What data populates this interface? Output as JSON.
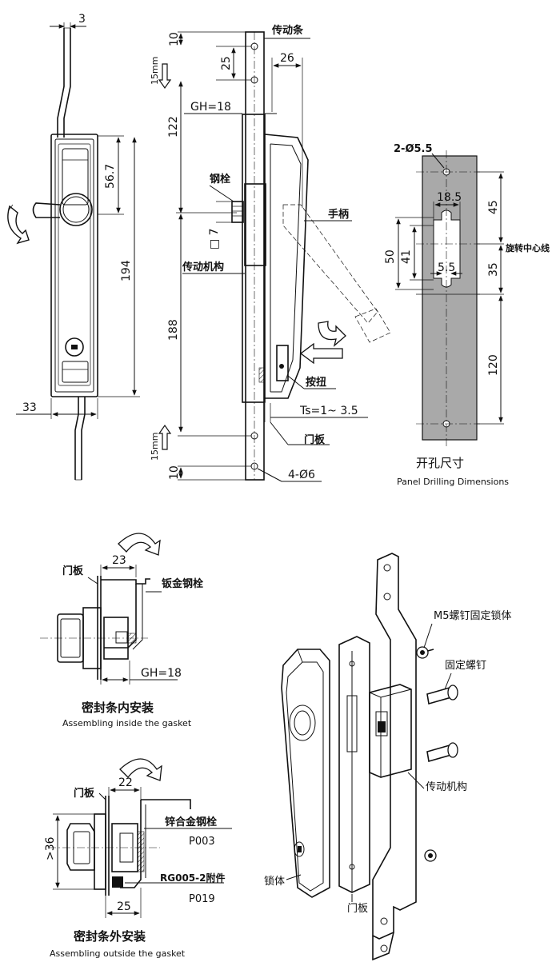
{
  "colors": {
    "ink": "#111111",
    "panel_fill": "#a9a9a9",
    "paper": "#ffffff"
  },
  "front_view": {
    "dims": {
      "top_offset": "3",
      "window_height": "56.7",
      "body_height": "194",
      "bottom_width": "33"
    },
    "icons": [
      "rotate-arrow-icon"
    ]
  },
  "side_view": {
    "dims": {
      "top_edge": "10",
      "hole_pitch": "25",
      "hole_offset": "26",
      "travel_top": "15mm",
      "gh": "GH=18",
      "upper": "122",
      "pin": "□ 7",
      "lower": "188",
      "ts": "Ts=1~ 3.5",
      "travel_bottom": "15mm",
      "bottom_edge": "10",
      "holes": "4-Ø6"
    },
    "labels": {
      "rod": "传动条",
      "pin": "钢栓",
      "handle": "手柄",
      "mechanism": "传动机构",
      "button": "按扭",
      "door": "门板"
    }
  },
  "drilling": {
    "dims": {
      "holes": "2-Ø5.5",
      "slot_width": "18.5",
      "top": "45",
      "outer": "50",
      "inner": "41",
      "small_slot": "5.5",
      "mid": "35",
      "bottom": "120"
    },
    "labels": {
      "center_line": "旋转中心线"
    },
    "caption_cn": "开孔尺寸",
    "caption_en": "Panel Drilling Dimensions"
  },
  "inside_install": {
    "dims": {
      "width": "23",
      "gh": "GH=18"
    },
    "labels": {
      "door": "门板",
      "pin": "钣金钢栓"
    },
    "caption_cn": "密封条内安装",
    "caption_en": "Assembling inside the gasket"
  },
  "outside_install": {
    "dims": {
      "width": "22",
      "height": ">36",
      "bottom": "25"
    },
    "labels": {
      "door": "门板",
      "pin": "锌合金钢栓",
      "pin_code": "P003",
      "accessory": "RG005-2附件",
      "accessory_code": "P019"
    },
    "caption_cn": "密封条外安装",
    "caption_en": "Assembling outside the gasket"
  },
  "exploded": {
    "labels": {
      "m5": "M5螺钉固定锁体",
      "screw": "固定螺钉",
      "mechanism": "传动机构",
      "body": "锁体",
      "door": "门板"
    }
  }
}
